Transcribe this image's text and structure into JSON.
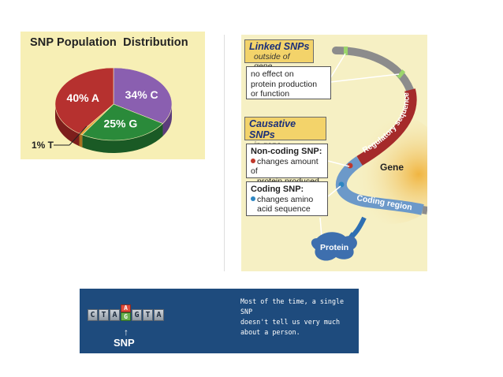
{
  "pie": {
    "title": "SNP Population  Distribution",
    "label_t": "1% T"
  },
  "chart_data": {
    "type": "pie",
    "title": "SNP Population  Distribution",
    "slices": [
      {
        "label": "40% A",
        "value": 40,
        "color": "#b6312f",
        "side": "#7d1e1c"
      },
      {
        "label": "34% C",
        "value": 34,
        "color": "#8a5fb0",
        "side": "#5c3c7c"
      },
      {
        "label": "25% G",
        "value": 25,
        "color": "#2a8a3a",
        "side": "#1a5a25"
      },
      {
        "label": "1% T",
        "value": 1,
        "color": "#e7a23a",
        "side": "#a8701f"
      }
    ]
  },
  "diagram": {
    "linked": {
      "title": "Linked SNPs",
      "subtitle": "outside of gene"
    },
    "linked_note": [
      "no effect on",
      "protein production",
      "or function"
    ],
    "causative": {
      "title": "Causative SNPs",
      "subtitle": "in gene"
    },
    "noncoding": {
      "title": "Non-coding SNP:",
      "lines": [
        "changes amount of",
        "protein produced"
      ],
      "dot_color": "#c0392b"
    },
    "coding": {
      "title": "Coding SNP:",
      "lines": [
        "changes amino",
        "acid sequence"
      ],
      "dot_color": "#2e86c1"
    },
    "regulatory_label": "Regulatory sequences",
    "coding_region_label": "Coding region",
    "gene_label": "Gene",
    "protein_label": "Protein"
  },
  "banner": {
    "bases": [
      "C",
      "T",
      "A",
      "",
      "G",
      "T",
      "A"
    ],
    "snp_top": "A",
    "snp_bottom": "G",
    "snp_label": "SNP",
    "text_lines": [
      "Most of the time, a single SNP",
      "doesn't tell us very much",
      "about a person."
    ]
  }
}
